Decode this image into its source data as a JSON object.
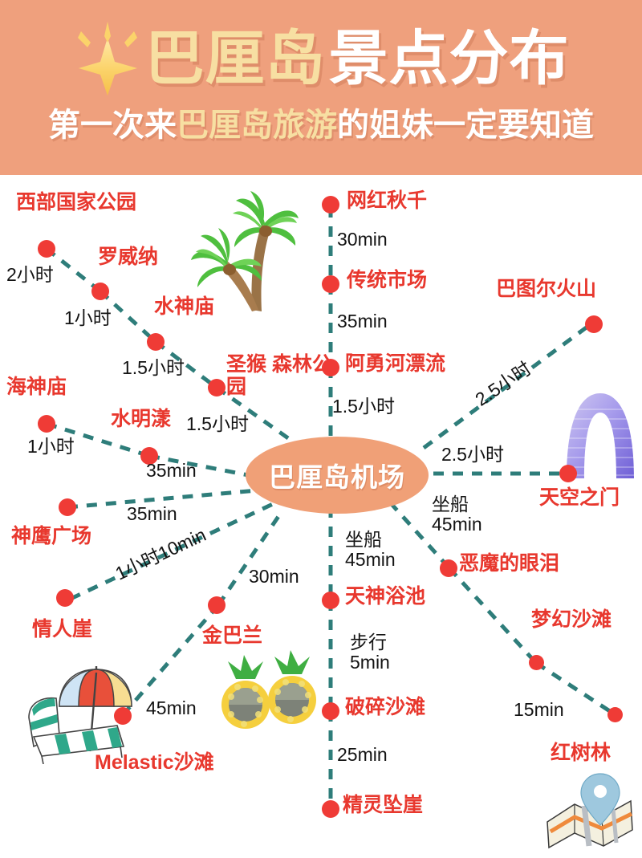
{
  "header": {
    "star_icon": "sparkle-star-icon",
    "title_parts": [
      {
        "text": "巴厘岛",
        "color": "#f7dfa2"
      },
      {
        "text": "景点分布",
        "color": "#ffffff"
      }
    ],
    "subtitle_parts": [
      {
        "text": "第一次来",
        "color": "#ffffff"
      },
      {
        "text": "巴厘岛旅游",
        "color": "#f7dfa2"
      },
      {
        "text": "的姐妹一定要知道",
        "color": "#ffffff"
      }
    ],
    "background_color": "#efa07d"
  },
  "hub": {
    "label": "巴厘岛机场",
    "color": "#f0a077",
    "text_color": "#ffffff"
  },
  "colors": {
    "place_label": "#e8382e",
    "node_dot": "#ef3b36",
    "route_line": "#2e7d7a",
    "duration_text": "#131313"
  },
  "places": [
    {
      "id": "west-national-park",
      "name": "西部国家公园"
    },
    {
      "id": "lovina",
      "name": "罗威纳"
    },
    {
      "id": "water-temple",
      "name": "水神庙"
    },
    {
      "id": "sacred-monkey-forest",
      "name": "圣猴\n森林公园"
    },
    {
      "id": "tanah-lot",
      "name": "海神庙"
    },
    {
      "id": "seminyak",
      "name": "水明漾"
    },
    {
      "id": "garuda-wisnu-kencana",
      "name": "神鹰广场"
    },
    {
      "id": "uluwatu-cliff",
      "name": "情人崖"
    },
    {
      "id": "jimbaran",
      "name": "金巴兰"
    },
    {
      "id": "melastic-beach",
      "name": "Melastic沙滩"
    },
    {
      "id": "bali-swing",
      "name": "网红秋千"
    },
    {
      "id": "traditional-market",
      "name": "传统市场"
    },
    {
      "id": "ayung-river-rafting",
      "name": "阿勇河漂流"
    },
    {
      "id": "mount-batur",
      "name": "巴图尔火山"
    },
    {
      "id": "gate-of-heaven",
      "name": "天空之门"
    },
    {
      "id": "devils-tears",
      "name": "恶魔的眼泪"
    },
    {
      "id": "dream-beach",
      "name": "梦幻沙滩"
    },
    {
      "id": "mangrove-forest",
      "name": "红树林"
    },
    {
      "id": "angel-billabong",
      "name": "天神浴池"
    },
    {
      "id": "broken-beach",
      "name": "破碎沙滩"
    },
    {
      "id": "kelingking-beach",
      "name": "精灵坠崖"
    }
  ],
  "durations": [
    {
      "id": "dur-west-lovina",
      "text": "2小时"
    },
    {
      "id": "dur-lovina-water",
      "text": "1小时"
    },
    {
      "id": "dur-water-monkey",
      "text": "1.5小时"
    },
    {
      "id": "dur-monkey-airport",
      "text": "1.5小时"
    },
    {
      "id": "dur-tanah-seminyak",
      "text": "1小时"
    },
    {
      "id": "dur-seminyak-airport",
      "text": "35min"
    },
    {
      "id": "dur-garuda-airport",
      "text": "35min"
    },
    {
      "id": "dur-uluwatu-airport",
      "text": "1小时10min"
    },
    {
      "id": "dur-jimbaran-airport",
      "text": "30min"
    },
    {
      "id": "dur-jimbaran-melastic",
      "text": "45min"
    },
    {
      "id": "dur-swing-market",
      "text": "30min"
    },
    {
      "id": "dur-market-ayung",
      "text": "35min"
    },
    {
      "id": "dur-ayung-airport",
      "text": "1.5小时"
    },
    {
      "id": "dur-airport-batur",
      "text": "2.5小时"
    },
    {
      "id": "dur-airport-gate",
      "text": "2.5小时"
    },
    {
      "id": "dur-airport-devils",
      "text": "坐船\n45min"
    },
    {
      "id": "dur-airport-angel",
      "text": "坐船\n45min"
    },
    {
      "id": "dur-angel-broken",
      "text": "步行\n5min"
    },
    {
      "id": "dur-broken-kelingking",
      "text": "25min"
    },
    {
      "id": "dur-dream-mangrove",
      "text": "15min"
    }
  ],
  "decor_icons": [
    {
      "id": "palm-trees-icon",
      "label": "palm-trees"
    },
    {
      "id": "gate-arch-icon",
      "label": "heaven-gate-arch"
    },
    {
      "id": "beach-chair-umbrella-icon",
      "label": "beach-chair-umbrella"
    },
    {
      "id": "pineapple-sunglasses-icon",
      "label": "pineapple-sunglasses"
    },
    {
      "id": "map-pin-icon",
      "label": "folded-map-with-pin"
    }
  ]
}
